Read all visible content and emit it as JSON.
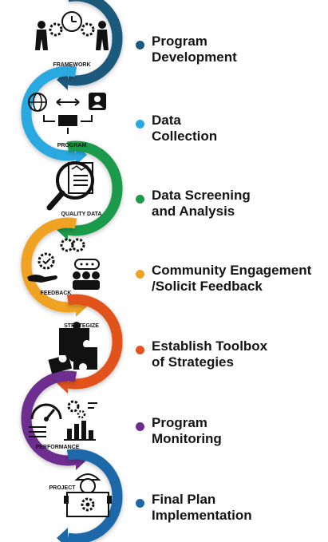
{
  "stages": [
    {
      "title_lines": [
        "Program",
        "Development"
      ],
      "icon_caption": "FRAMEWORK",
      "icon": "gears-clock-people-icon",
      "color": "#1c5a7d"
    },
    {
      "title_lines": [
        "Data",
        "Collection"
      ],
      "icon_caption": "PROGRAM",
      "icon": "globe-user-flow-icon",
      "color": "#29a9e1"
    },
    {
      "title_lines": [
        "Data Screening",
        "and Analysis"
      ],
      "icon_caption": "QUALITY DATA",
      "icon": "magnifier-document-icon",
      "color": "#1f9a4b"
    },
    {
      "title_lines": [
        "Community Engagement",
        "/Solicit Feedback"
      ],
      "icon_caption": "FEEDBACK",
      "icon": "hand-gear-people-icon",
      "color": "#f0a323"
    },
    {
      "title_lines": [
        "Establish Toolbox",
        "of Strategies"
      ],
      "icon_caption": "STRATEGIZE",
      "icon": "puzzle-icon",
      "color": "#e2531f"
    },
    {
      "title_lines": [
        "Program",
        "Monitoring"
      ],
      "icon_caption": "PERFORMANCE",
      "icon": "gauge-barchart-icon",
      "color": "#6d2e8f"
    },
    {
      "title_lines": [
        "Final Plan",
        "Implementation"
      ],
      "icon_caption": "PROJECT",
      "icon": "worker-gear-board-icon",
      "color": "#1e68a8"
    }
  ]
}
